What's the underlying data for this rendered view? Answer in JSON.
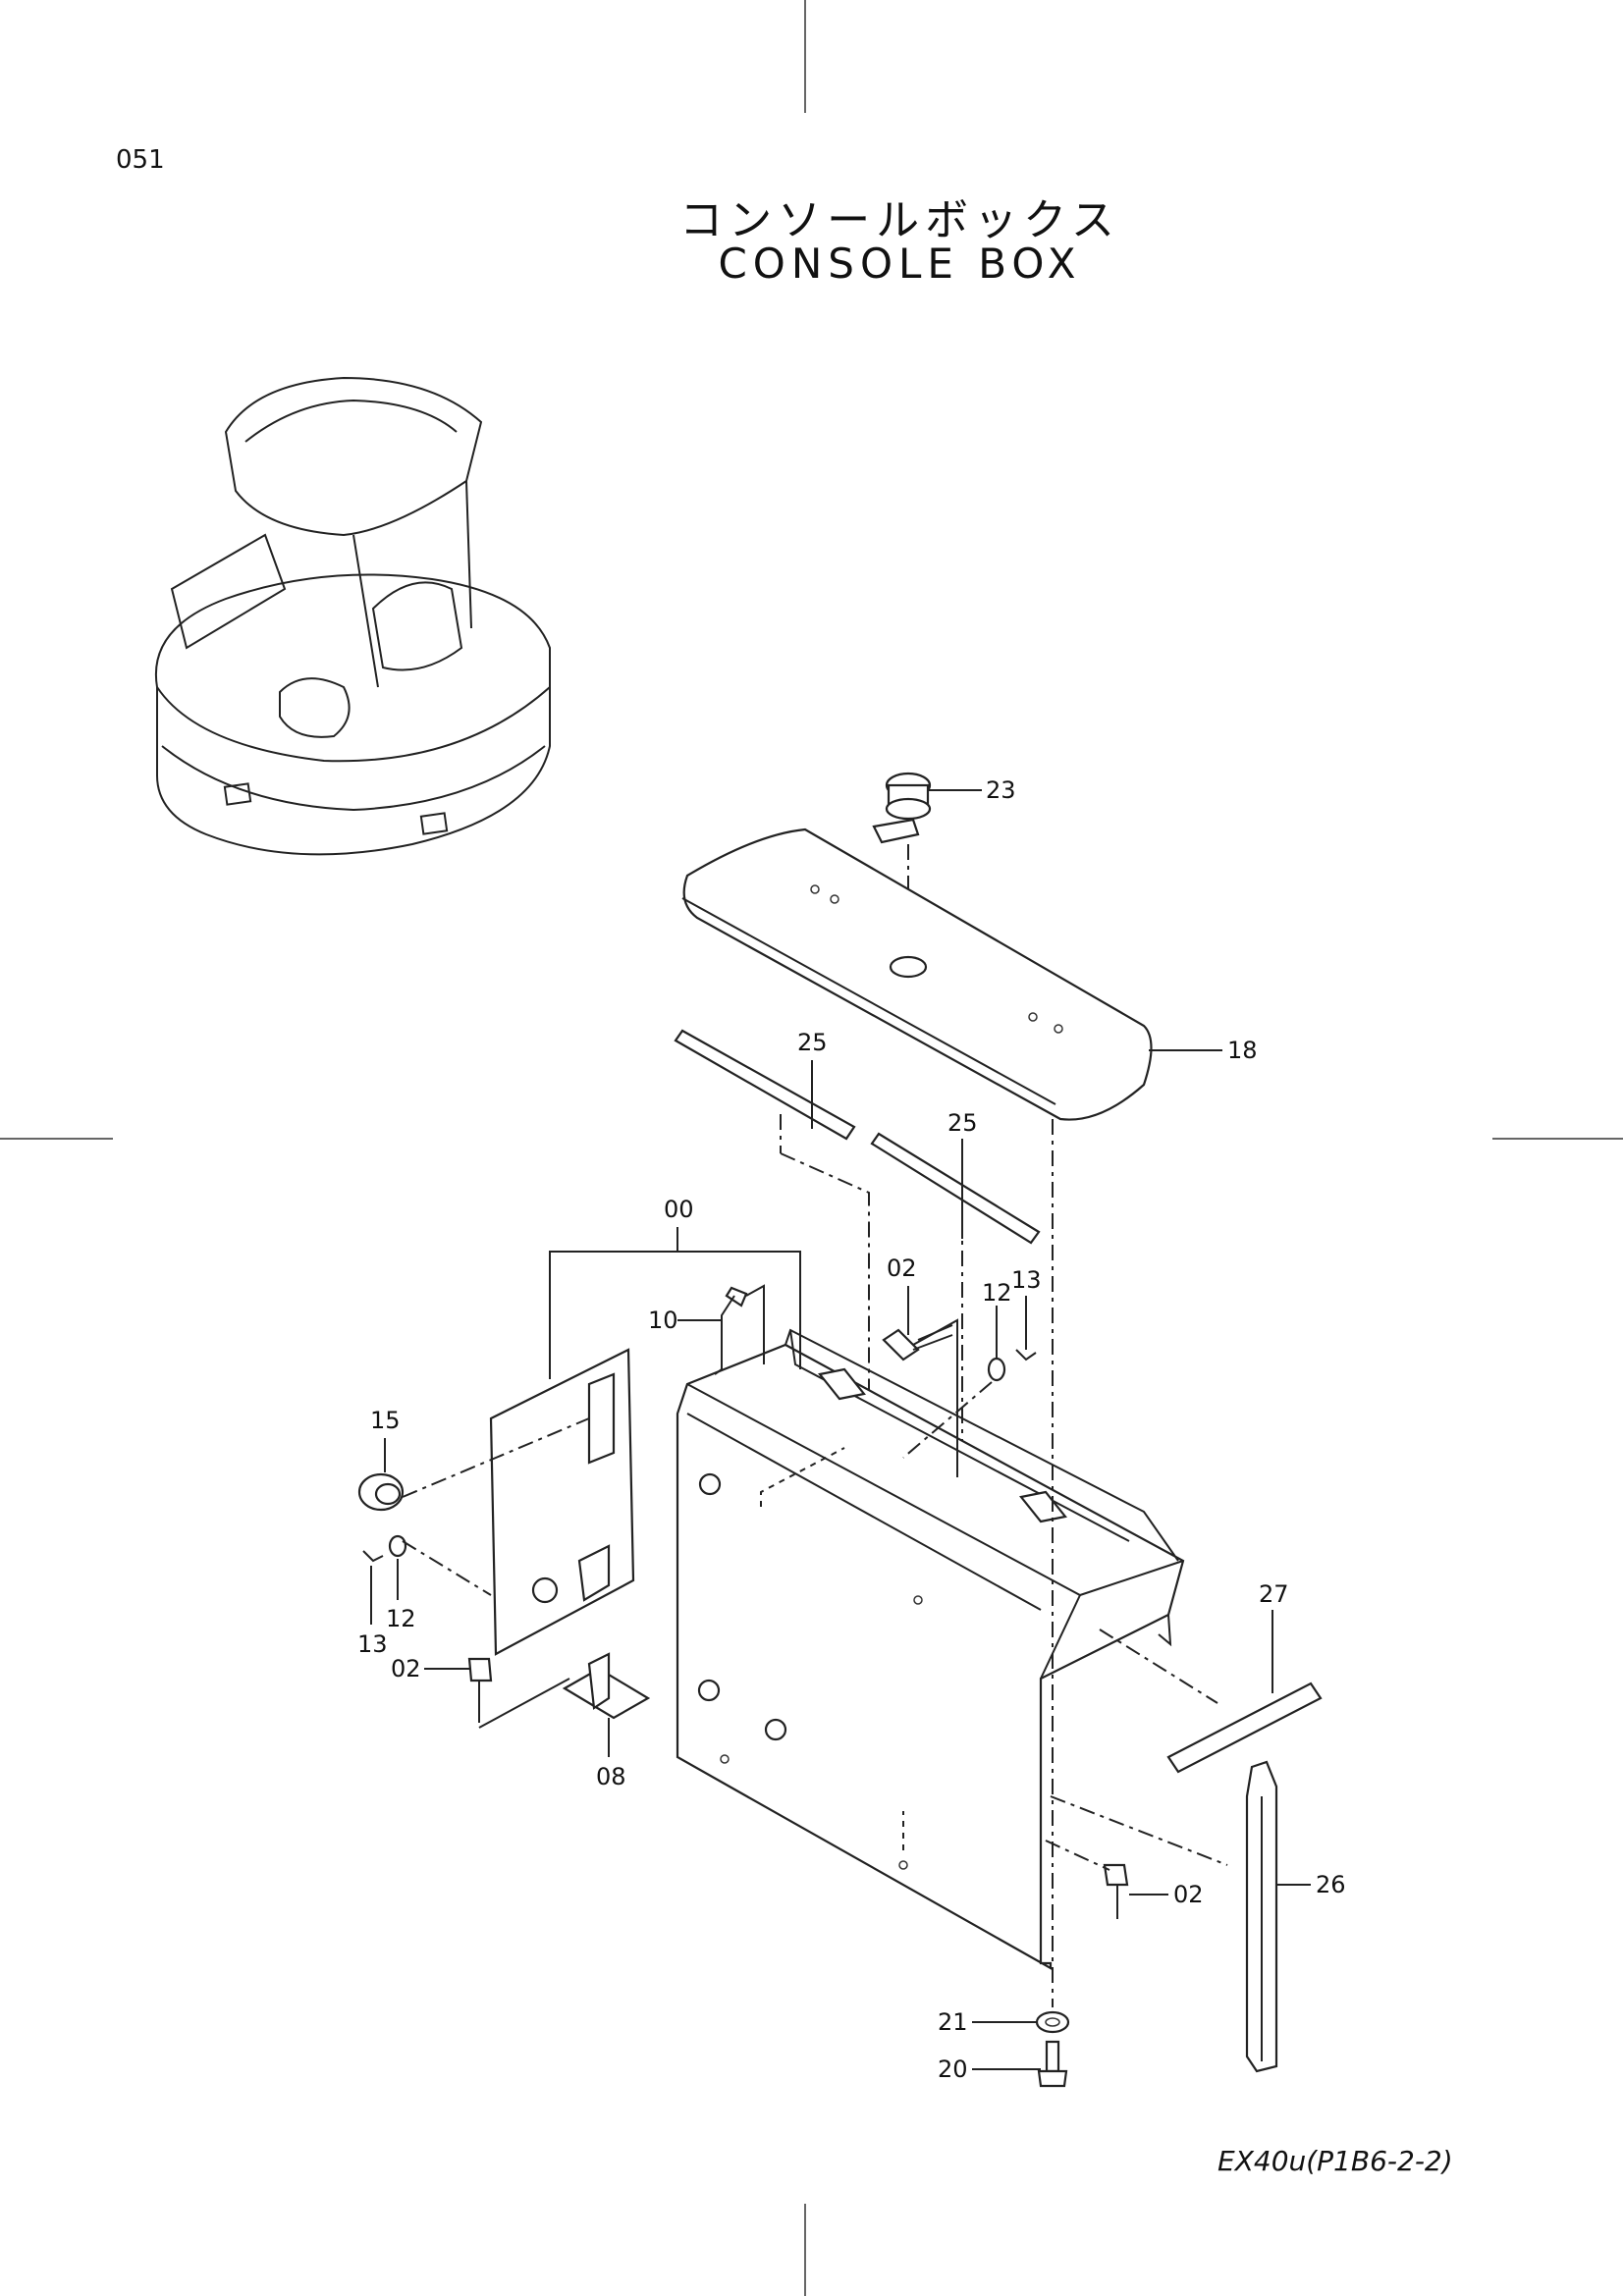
{
  "header": {
    "page_number": "051",
    "title_jp": "コンソールボックス",
    "title_en": "CONSOLE  BOX"
  },
  "footer": {
    "model_ref": "EX40u(P1B6-2-2)"
  },
  "callouts": [
    {
      "id": "c23",
      "label": "23"
    },
    {
      "id": "c18",
      "label": "18"
    },
    {
      "id": "c25a",
      "label": "25"
    },
    {
      "id": "c25b",
      "label": "25"
    },
    {
      "id": "c00",
      "label": "00"
    },
    {
      "id": "c02a",
      "label": "02"
    },
    {
      "id": "c12a",
      "label": "12"
    },
    {
      "id": "c13a",
      "label": "13"
    },
    {
      "id": "c10",
      "label": "10"
    },
    {
      "id": "c15",
      "label": "15"
    },
    {
      "id": "c13b",
      "label": "13"
    },
    {
      "id": "c12b",
      "label": "12"
    },
    {
      "id": "c02b",
      "label": "02"
    },
    {
      "id": "c08",
      "label": "08"
    },
    {
      "id": "c27",
      "label": "27"
    },
    {
      "id": "c26",
      "label": "26"
    },
    {
      "id": "c02c",
      "label": "02"
    },
    {
      "id": "c21",
      "label": "21"
    },
    {
      "id": "c20",
      "label": "20"
    }
  ]
}
